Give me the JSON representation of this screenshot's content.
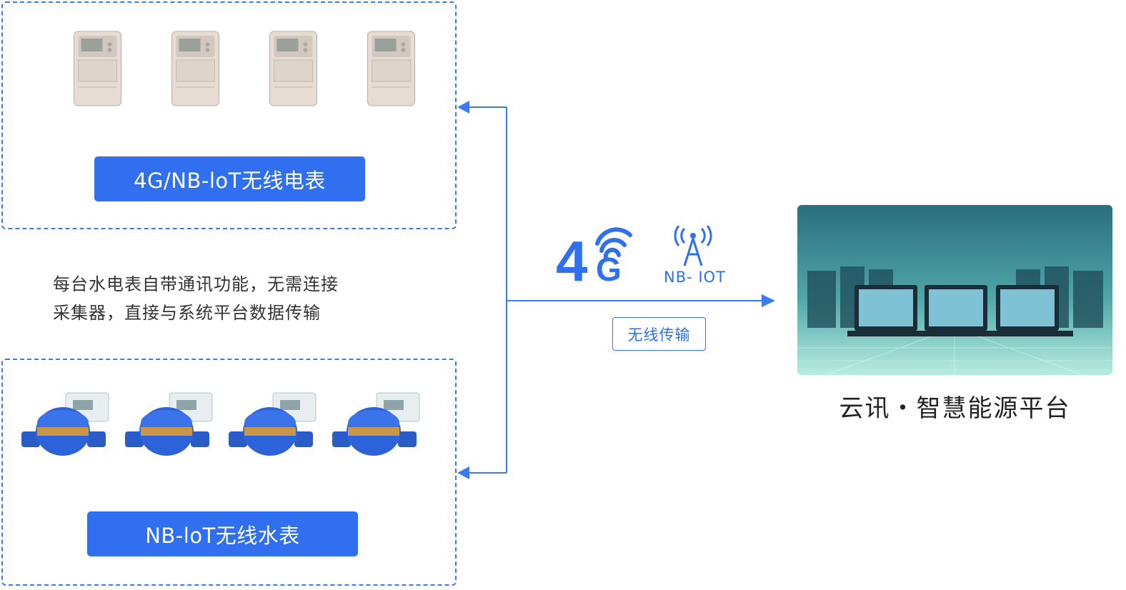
{
  "electric_group": {
    "label": "4G/NB-loT无线电表",
    "meter_count": 4
  },
  "water_group": {
    "label": "NB-loT无线水表",
    "meter_count": 4
  },
  "description": {
    "line1": "每台水电表自带通讯功能，无需连接",
    "line2": "采集器，直接与系统平台数据传输"
  },
  "transmission": {
    "tech_4g": "4G",
    "tech_4g_sub": "G",
    "nbiot_label": "NB- IOT",
    "badge": "无线传输"
  },
  "platform": {
    "title": "云讯・智慧能源平台"
  },
  "colors": {
    "accent": "#2f6ff0",
    "arrow": "#3b7bf0",
    "text_dark": "#222222"
  }
}
